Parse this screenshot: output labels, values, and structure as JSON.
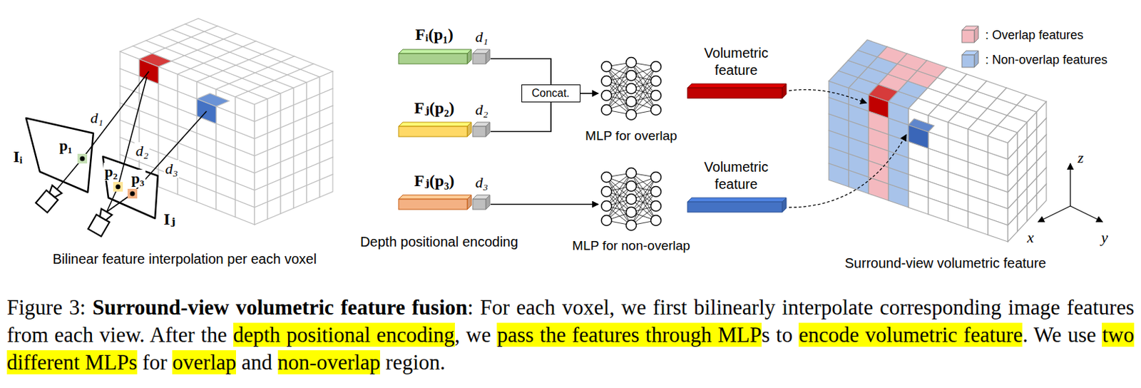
{
  "diagram": {
    "caption": "Figure 3: Surround-view volumetric feature fusion: For each voxel, we first bilinearly interpolate corresponding image features from each view. After the depth positional encoding, we pass the features through MLPs to encode volumetric feature. We use two different MLPs for overlap and non-overlap region.",
    "nodes": [
      {
        "text": [
          "Fᵢ(p₁)",
          "d₁"
        ]
      },
      {
        "text": [
          "Fⱼ(p₂)",
          "d₂"
        ]
      },
      {
        "text": [
          "Concat."
        ]
      },
      {
        "text": [
          "Fⱼ(p₃)",
          "d₃"
        ]
      },
      {
        "text": [
          "MLP for overlap"
        ]
      },
      {
        "text": [
          "MLP for non-overlap"
        ]
      },
      {
        "text": [
          "Volumetric feature"
        ]
      },
      {
        "text": [
          "Volumetric feature"
        ]
      }
    ],
    "edges": [
      {
        "from": 0,
        "to": 2,
        "arrow": "none"
      },
      {
        "from": 1,
        "to": 2,
        "arrow": "none"
      },
      {
        "from": 2,
        "to": 4,
        "arrow": "to"
      },
      {
        "from": 3,
        "to": 5,
        "arrow": "to"
      }
    ],
    "labels": [
      "d₁",
      "d₂",
      "d₃",
      "p₁",
      "p₂",
      "p₃",
      "Iᵢ",
      "Iⱼ",
      "Bilinear feature interpolation per each voxel",
      "Depth positional encoding",
      "z",
      "x",
      "y",
      "Surround-view volumetric feature"
    ],
    "legend": [
      {
        "text": ": Overlap features",
        "color": "#f4b9bf"
      },
      {
        "text": ": Non-overlap features",
        "color": "#a8c3ea"
      }
    ]
  }
}
